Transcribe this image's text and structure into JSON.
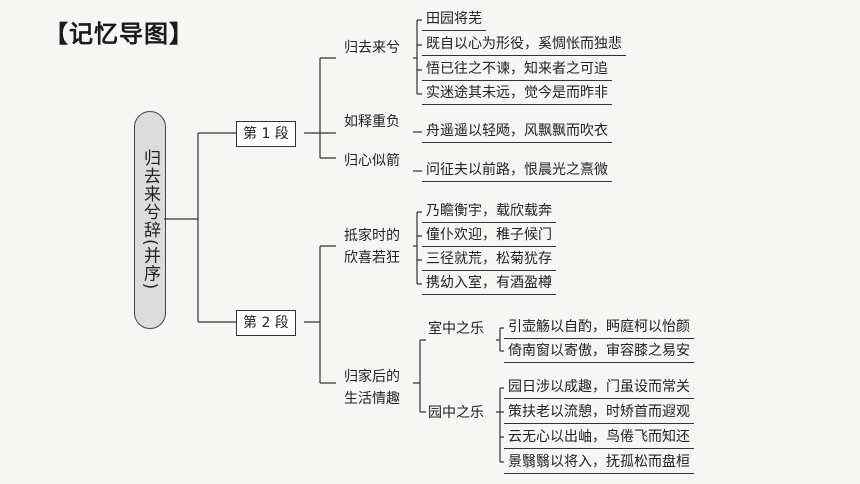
{
  "title": "【记忆导图】",
  "root": "归去来兮辞(并序)",
  "sections": [
    {
      "label": "第 1 段",
      "groups": [
        {
          "label": [
            "归去来兮"
          ],
          "items": [
            "田园将芜",
            "既自以心为形役，奚惆怅而独悲",
            "悟已往之不谏，知来者之可追",
            "实迷途其未远，觉今是而昨非"
          ]
        },
        {
          "label": [
            "如释重负"
          ],
          "items": [
            "舟遥遥以轻飏，风飘飘而吹衣"
          ]
        },
        {
          "label": [
            "归心似箭"
          ],
          "items": [
            "问征夫以前路，恨晨光之熹微"
          ]
        }
      ]
    },
    {
      "label": "第 2 段",
      "groups": [
        {
          "label": [
            "抵家时的",
            "欣喜若狂"
          ],
          "items": [
            "乃瞻衡宇，载欣载奔",
            "僮仆欢迎，稚子候门",
            "三径就荒，松菊犹存",
            "携幼入室，有酒盈樽"
          ]
        },
        {
          "label": [
            "归家后的",
            "生活情趣"
          ],
          "subgroups": [
            {
              "label": "室中之乐",
              "items": [
                "引壶觞以自酌，眄庭柯以怡颜",
                "倚南窗以寄傲，审容膝之易安"
              ]
            },
            {
              "label": "园中之乐",
              "items": [
                "园日涉以成趣，门虽设而常关",
                "策扶老以流憩，时矫首而遐观",
                "云无心以出岫，鸟倦飞而知还",
                "景翳翳以将入，抚孤松而盘桓"
              ]
            }
          ]
        }
      ]
    }
  ]
}
